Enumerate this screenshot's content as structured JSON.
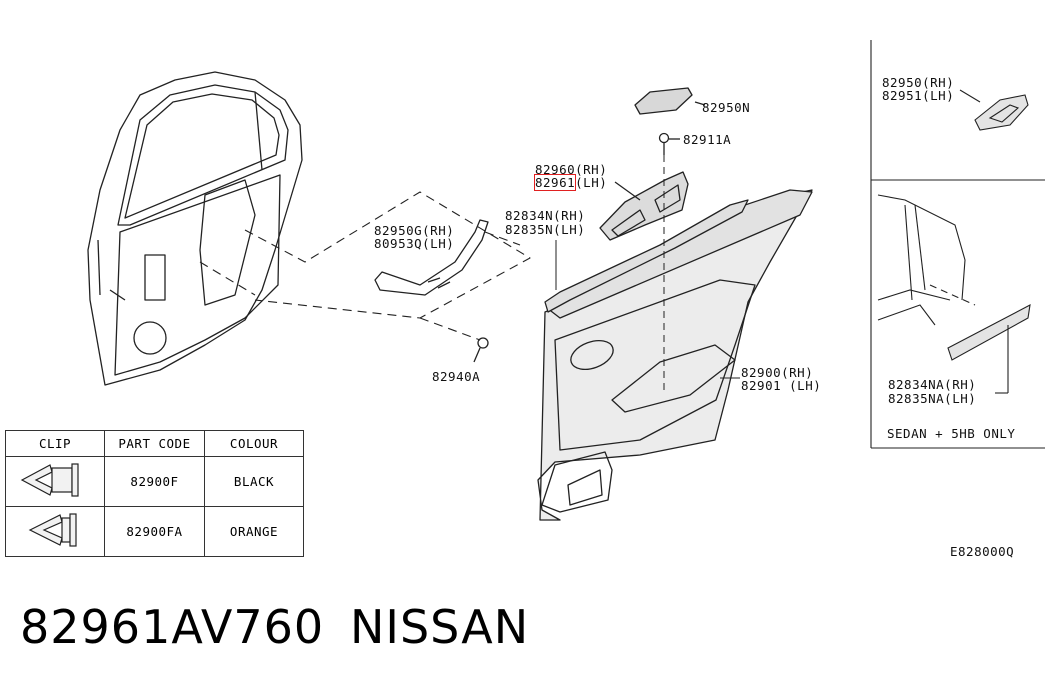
{
  "callouts": {
    "p82950N": "82950N",
    "p82911A": "82911A",
    "p82960": "82960(RH)",
    "p82961_code": "82961",
    "p82961_side": "(LH)",
    "p82834N": "82834N(RH)",
    "p82835N": "82835N(LH)",
    "p82950G": "82950G(RH)",
    "p80953Q": "80953Q(LH)",
    "p82940A": "82940A",
    "p82900": "82900(RH)",
    "p82901": "82901 (LH)"
  },
  "inset_top": {
    "line1": "82950(RH)",
    "line2": "82951(LH)"
  },
  "inset_bottom": {
    "line1": "82834NA(RH)",
    "line2": "82835NA(LH)",
    "note": "SEDAN + 5HB ONLY"
  },
  "clip_table": {
    "headers": [
      "CLIP",
      "PART CODE",
      "COLOUR"
    ],
    "rows": [
      {
        "code": "82900F",
        "colour": "BLACK"
      },
      {
        "code": "82900FA",
        "colour": "ORANGE"
      }
    ]
  },
  "drawing_code": "E828000Q",
  "footer": {
    "part_number": "82961AV760",
    "brand": "NISSAN"
  },
  "colors": {
    "highlight": "#e02020",
    "line": "#222222",
    "panel_fill": "#e6e6e6"
  }
}
